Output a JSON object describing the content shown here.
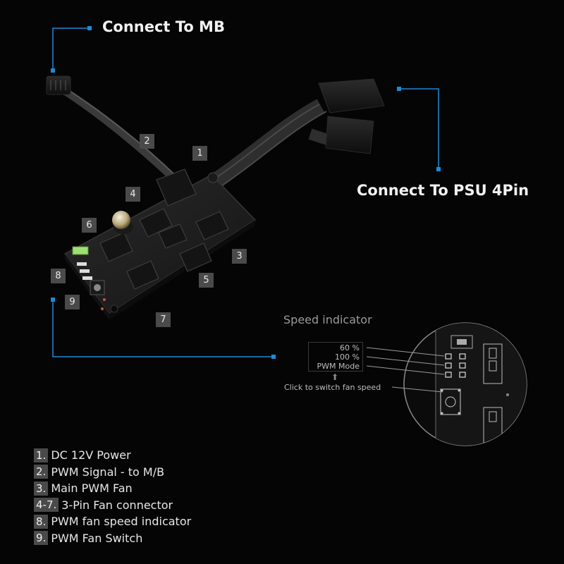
{
  "callouts": {
    "mb": "Connect To MB",
    "psu": "Connect To PSU 4Pin"
  },
  "badges": [
    "1",
    "2",
    "3",
    "4",
    "5",
    "6",
    "7",
    "8",
    "9"
  ],
  "speed_indicator": {
    "title": "Speed indicator",
    "levels": [
      "60 %",
      "100 %",
      "PWM Mode"
    ],
    "switch_note": "Click to switch fan speed"
  },
  "legend": [
    {
      "num": "1.",
      "text": "DC 12V Power"
    },
    {
      "num": "2.",
      "text": "PWM Signal  - to M/B"
    },
    {
      "num": "3.",
      "text": "Main PWM Fan"
    },
    {
      "num": "4-7.",
      "text": "3-Pin Fan connector"
    },
    {
      "num": "8.",
      "text": "PWM fan speed indicator"
    },
    {
      "num": "9.",
      "text": "PWM Fan Switch"
    }
  ],
  "colors": {
    "accent": "#1e8ad6",
    "background": "#050505",
    "badge": "#4a4a4a"
  }
}
